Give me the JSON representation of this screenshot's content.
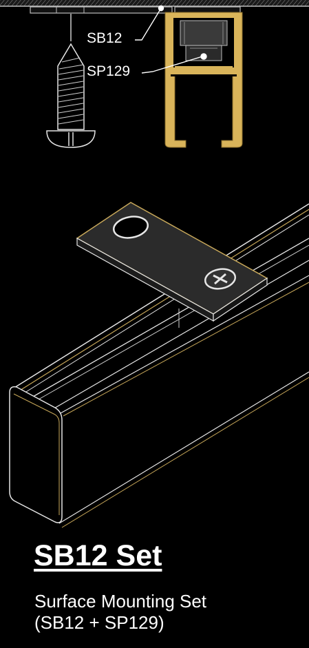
{
  "diagram": {
    "callouts": {
      "bracket_label": "SB12",
      "spacer_label": "SP129"
    },
    "colors": {
      "background": "#000000",
      "track_profile": "#d9b45a",
      "outline": "#e6e6e6",
      "accent_edge": "#c8a85a"
    }
  },
  "product": {
    "title": "SB12 Set",
    "description_line1": "Surface Mounting Set",
    "description_line2": "(SB12 + SP129)"
  }
}
